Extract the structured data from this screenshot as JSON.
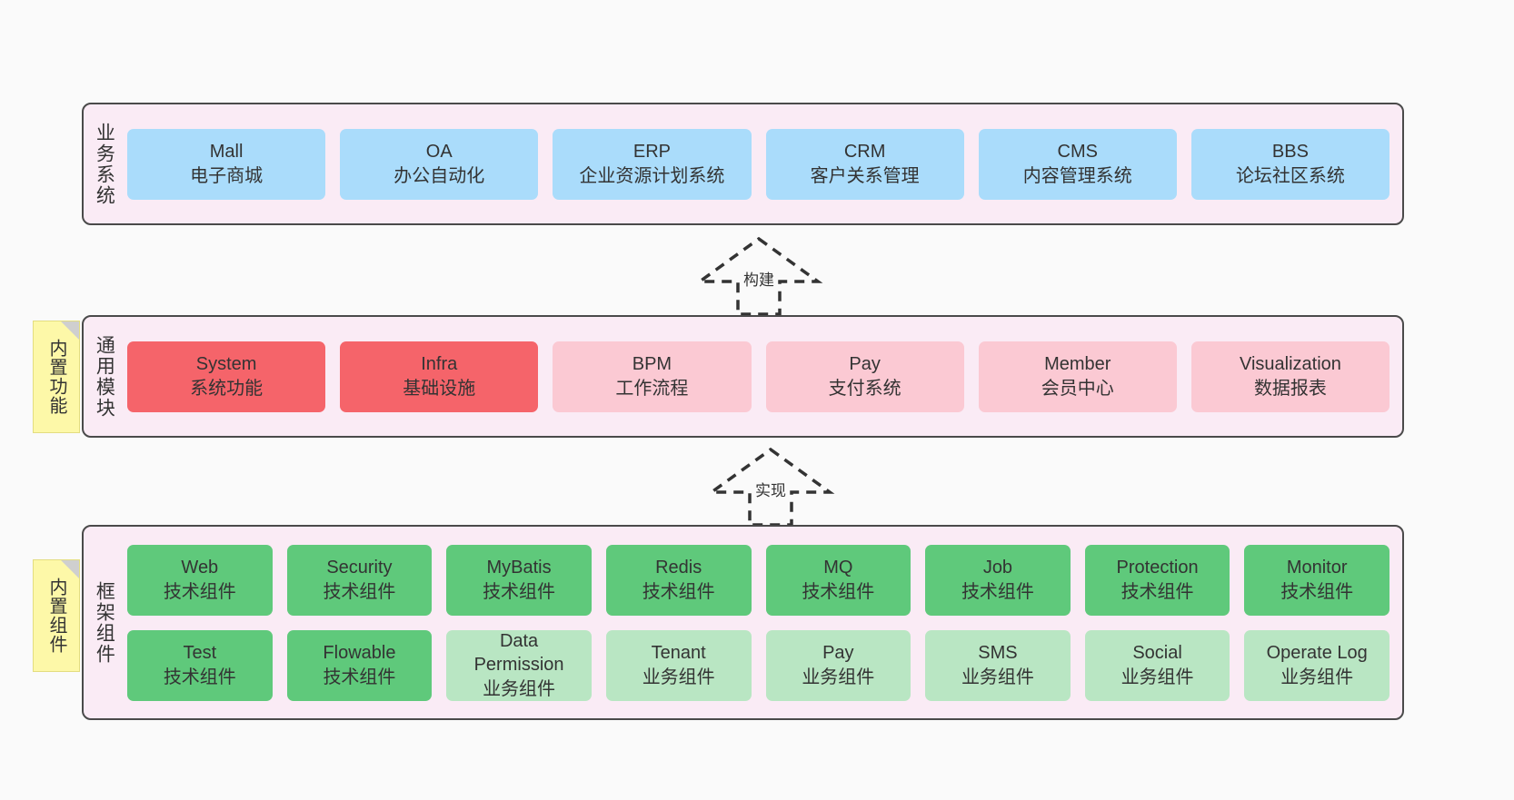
{
  "diagram": {
    "background_color": "#fafafa",
    "layer_fill": "#faebf5",
    "layer_border": "#4a4a4a"
  },
  "layers": [
    {
      "id": "business-systems",
      "title": "业务系统",
      "rows": [
        {
          "cards": [
            {
              "name": "Mall",
              "desc": "电子商城",
              "color": "#aadcfb",
              "style": "c-blue"
            },
            {
              "name": "OA",
              "desc": "办公自动化",
              "color": "#aadcfb",
              "style": "c-blue"
            },
            {
              "name": "ERP",
              "desc": "企业资源计划系统",
              "color": "#aadcfb",
              "style": "c-blue"
            },
            {
              "name": "CRM",
              "desc": "客户关系管理",
              "color": "#aadcfb",
              "style": "c-blue"
            },
            {
              "name": "CMS",
              "desc": "内容管理系统",
              "color": "#aadcfb",
              "style": "c-blue"
            },
            {
              "name": "BBS",
              "desc": "论坛社区系统",
              "color": "#aadcfb",
              "style": "c-blue"
            }
          ]
        }
      ]
    },
    {
      "id": "common-modules",
      "title": "通用模块",
      "sticky": "内置功能",
      "rows": [
        {
          "cards": [
            {
              "name": "System",
              "desc": "系统功能",
              "color": "#f5646a",
              "style": "c-red"
            },
            {
              "name": "Infra",
              "desc": "基础设施",
              "color": "#f5646a",
              "style": "c-red"
            },
            {
              "name": "BPM",
              "desc": "工作流程",
              "color": "#fbc9d3",
              "style": "c-pink"
            },
            {
              "name": "Pay",
              "desc": "支付系统",
              "color": "#fbc9d3",
              "style": "c-pink"
            },
            {
              "name": "Member",
              "desc": "会员中心",
              "color": "#fbc9d3",
              "style": "c-pink"
            },
            {
              "name": "Visualization",
              "desc": "数据报表",
              "color": "#fbc9d3",
              "style": "c-pink"
            }
          ]
        }
      ]
    },
    {
      "id": "framework-components",
      "title": "框架组件",
      "sticky": "内置组件",
      "rows": [
        {
          "cards": [
            {
              "name": "Web",
              "desc": "技术组件",
              "color": "#5fc97b",
              "style": "c-green"
            },
            {
              "name": "Security",
              "desc": "技术组件",
              "color": "#5fc97b",
              "style": "c-green"
            },
            {
              "name": "MyBatis",
              "desc": "技术组件",
              "color": "#5fc97b",
              "style": "c-green"
            },
            {
              "name": "Redis",
              "desc": "技术组件",
              "color": "#5fc97b",
              "style": "c-green"
            },
            {
              "name": "MQ",
              "desc": "技术组件",
              "color": "#5fc97b",
              "style": "c-green"
            },
            {
              "name": "Job",
              "desc": "技术组件",
              "color": "#5fc97b",
              "style": "c-green"
            },
            {
              "name": "Protection",
              "desc": "技术组件",
              "color": "#5fc97b",
              "style": "c-green"
            },
            {
              "name": "Monitor",
              "desc": "技术组件",
              "color": "#5fc97b",
              "style": "c-green"
            }
          ]
        },
        {
          "cards": [
            {
              "name": "Test",
              "desc": "技术组件",
              "color": "#5fc97b",
              "style": "c-green"
            },
            {
              "name": "Flowable",
              "desc": "技术组件",
              "color": "#5fc97b",
              "style": "c-green"
            },
            {
              "name": "Data Permission",
              "desc": "业务组件",
              "color": "#b9e6c3",
              "style": "c-lightgreen"
            },
            {
              "name": "Tenant",
              "desc": "业务组件",
              "color": "#b9e6c3",
              "style": "c-lightgreen"
            },
            {
              "name": "Pay",
              "desc": "业务组件",
              "color": "#b9e6c3",
              "style": "c-lightgreen"
            },
            {
              "name": "SMS",
              "desc": "业务组件",
              "color": "#b9e6c3",
              "style": "c-lightgreen"
            },
            {
              "name": "Social",
              "desc": "业务组件",
              "color": "#b9e6c3",
              "style": "c-lightgreen"
            },
            {
              "name": "Operate Log",
              "desc": "业务组件",
              "color": "#b9e6c3",
              "style": "c-lightgreen"
            }
          ]
        }
      ]
    }
  ],
  "connectors": [
    {
      "id": "build",
      "label": "构建"
    },
    {
      "id": "implement",
      "label": "实现"
    }
  ]
}
